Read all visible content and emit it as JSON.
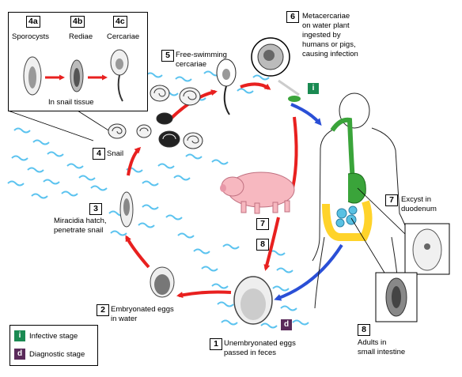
{
  "colors": {
    "arrow_red": "#e8201f",
    "arrow_blue": "#2a4fd6",
    "water": "#5bc3ef",
    "infective_green": "#1a8a52",
    "diagnostic_purple": "#5a2a5a",
    "gut_green": "#3aa43a",
    "gut_yellow": "#ffd32a",
    "gut_blue": "#59c1e3",
    "pig_pink": "#f7b8c0"
  },
  "inset_snail": {
    "step_a": "4a",
    "step_b": "4b",
    "step_c": "4c",
    "label_a": "Sporocysts",
    "label_b": "Rediae",
    "label_c": "Cercariae",
    "caption": "In snail tissue"
  },
  "steps": {
    "s1": {
      "num": "1",
      "line1": "Unembryonated eggs",
      "line2": "passed in feces"
    },
    "s2": {
      "num": "2",
      "line1": "Embryonated eggs",
      "line2": "in water"
    },
    "s3": {
      "num": "3",
      "line1": "Miracidia hatch,",
      "line2": "penetrate snail"
    },
    "s4": {
      "num": "4",
      "line1": "Snail"
    },
    "s5": {
      "num": "5",
      "line1": "Free-swimming",
      "line2": "cercariae"
    },
    "s6": {
      "num": "6",
      "line1": "Metacercariae",
      "line2": "on water plant",
      "line3": "ingested by",
      "line4": "humans or pigs,",
      "line5": "causing infection"
    },
    "s7": {
      "num": "7",
      "line1": "Excyst in",
      "line2": "duodenum"
    },
    "s7b": {
      "num": "7"
    },
    "s8": {
      "num": "8",
      "line1": "Adults in",
      "line2": "small intestine"
    },
    "s8b": {
      "num": "8"
    }
  },
  "badges": {
    "infective": "i",
    "diagnostic": "d"
  },
  "legend": {
    "infective_label": "Infective stage",
    "diagnostic_label": "Diagnostic stage",
    "i": "i",
    "d": "d"
  }
}
